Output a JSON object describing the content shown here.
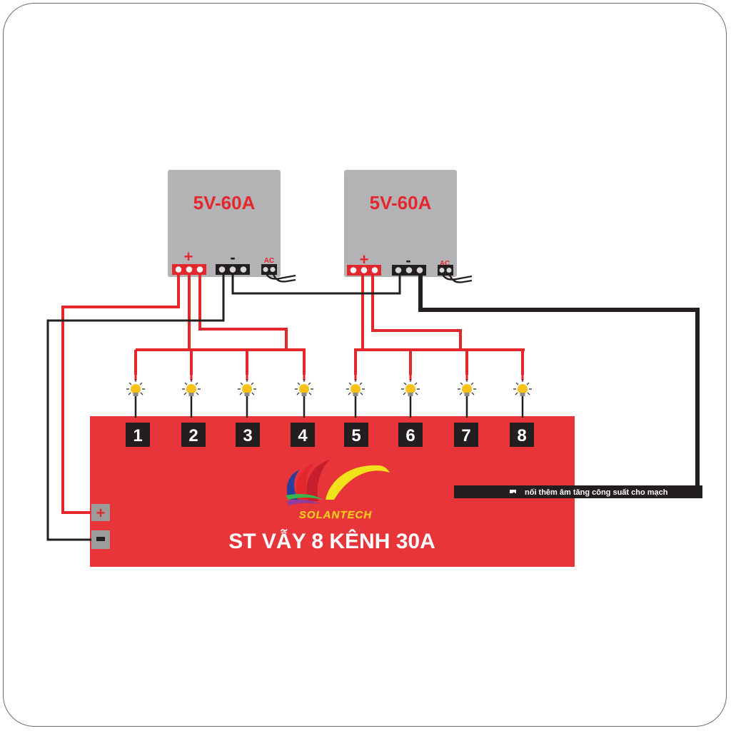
{
  "colors": {
    "wire_positive": "#e4262d",
    "wire_negative": "#222222",
    "board": "#e8353a",
    "psu_body": "#b3b3b5",
    "psu_text": "#e4262d",
    "channel_box": "#231f20",
    "bulb": "#f6c21a"
  },
  "power_supplies": [
    {
      "label": "5V-60A",
      "plus": "+",
      "minus": "-",
      "ac": "AC"
    },
    {
      "label": "5V-60A",
      "plus": "+",
      "minus": "-",
      "ac": "AC"
    }
  ],
  "channels": [
    "1",
    "2",
    "3",
    "4",
    "5",
    "6",
    "7",
    "8"
  ],
  "board": {
    "title": "ST VẪY 8 KÊNH 30A",
    "brand": "SOLANTECH",
    "plus_terminal": "+",
    "minus_terminal": "-"
  },
  "note": {
    "symbol": "-",
    "text": "nối thêm âm tăng công suất cho mạch"
  },
  "icons": {
    "bulb": "light-bulb-icon",
    "logo": "solantech-logo"
  }
}
